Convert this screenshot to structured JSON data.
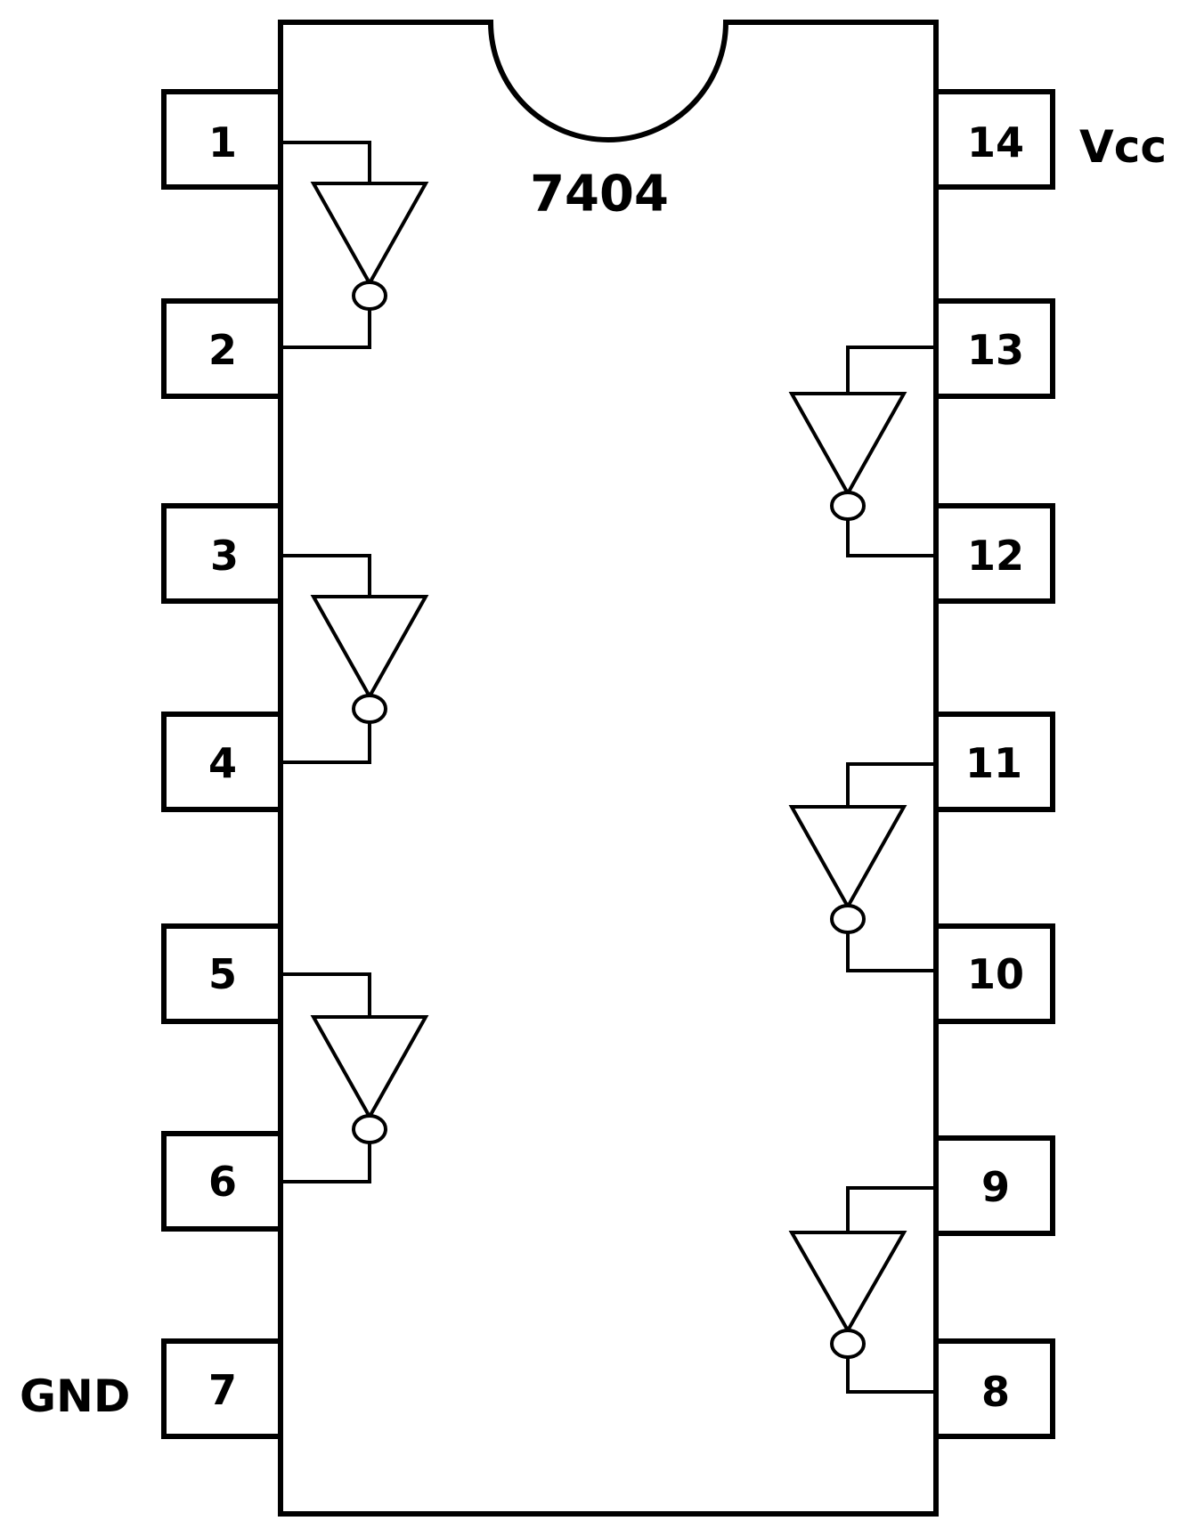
{
  "chip": {
    "part_number": "7404"
  },
  "power": {
    "vcc_label": "Vcc",
    "gnd_label": "GND"
  },
  "pins_left": [
    {
      "number": "1"
    },
    {
      "number": "2"
    },
    {
      "number": "3"
    },
    {
      "number": "4"
    },
    {
      "number": "5"
    },
    {
      "number": "6"
    },
    {
      "number": "7"
    }
  ],
  "pins_right": [
    {
      "number": "14"
    },
    {
      "number": "13"
    },
    {
      "number": "12"
    },
    {
      "number": "11"
    },
    {
      "number": "10"
    },
    {
      "number": "9"
    },
    {
      "number": "8"
    }
  ],
  "inverters": [
    {
      "input_pin": "1",
      "output_pin": "2"
    },
    {
      "input_pin": "3",
      "output_pin": "4"
    },
    {
      "input_pin": "5",
      "output_pin": "6"
    },
    {
      "input_pin": "13",
      "output_pin": "12"
    },
    {
      "input_pin": "11",
      "output_pin": "10"
    },
    {
      "input_pin": "9",
      "output_pin": "8"
    }
  ],
  "colors": {
    "ink": "#000000",
    "background": "#ffffff"
  }
}
